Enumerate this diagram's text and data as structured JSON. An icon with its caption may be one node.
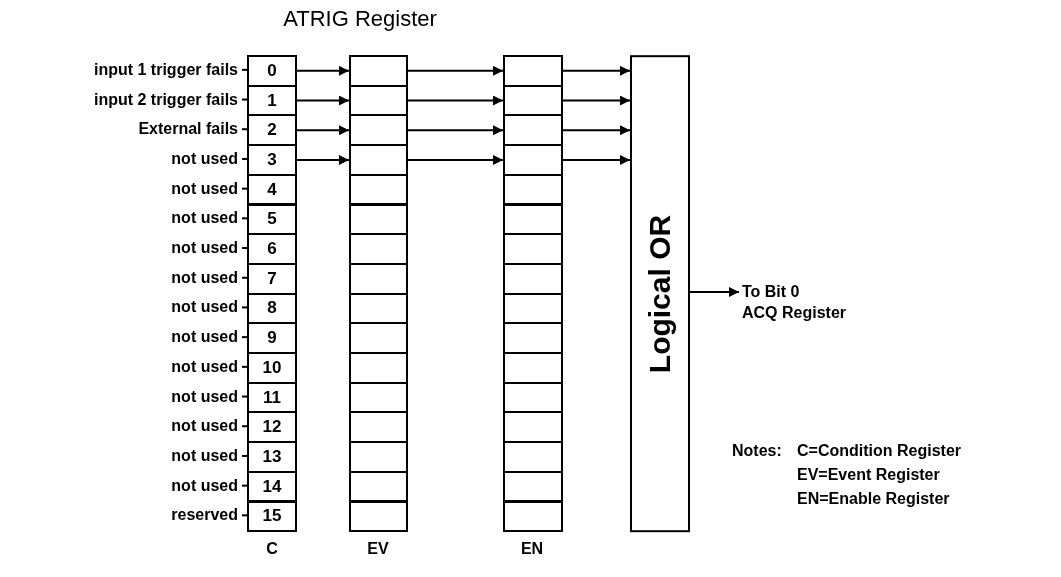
{
  "diagram": {
    "title": "ATRIG Register",
    "nodes": [
      {
        "text": [
          "input 1 trigger fails"
        ]
      },
      {
        "text": [
          "input 2 trigger fails"
        ]
      },
      {
        "text": [
          "External fails"
        ]
      },
      {
        "text": [
          "not used"
        ]
      },
      {
        "text": [
          "not used"
        ]
      },
      {
        "text": [
          "not used"
        ]
      },
      {
        "text": [
          "not used"
        ]
      },
      {
        "text": [
          "not used"
        ]
      },
      {
        "text": [
          "not used"
        ]
      },
      {
        "text": [
          "not used"
        ]
      },
      {
        "text": [
          "not used"
        ]
      },
      {
        "text": [
          "not used"
        ]
      },
      {
        "text": [
          "not used"
        ]
      },
      {
        "text": [
          "not used"
        ]
      },
      {
        "text": [
          "not used"
        ]
      },
      {
        "text": [
          "reserved"
        ]
      },
      {
        "text": [
          "0"
        ]
      },
      {
        "text": [
          "1"
        ]
      },
      {
        "text": [
          "2"
        ]
      },
      {
        "text": [
          "3"
        ]
      },
      {
        "text": [
          "4"
        ]
      },
      {
        "text": [
          "5"
        ]
      },
      {
        "text": [
          "6"
        ]
      },
      {
        "text": [
          "7"
        ]
      },
      {
        "text": [
          "8"
        ]
      },
      {
        "text": [
          "9"
        ]
      },
      {
        "text": [
          "10"
        ]
      },
      {
        "text": [
          "11"
        ]
      },
      {
        "text": [
          "12"
        ]
      },
      {
        "text": [
          "13"
        ]
      },
      {
        "text": [
          "14"
        ]
      },
      {
        "text": [
          "15"
        ]
      },
      {
        "text": [],
        "shape": "box"
      },
      {
        "text": [],
        "shape": "box"
      },
      {
        "text": [],
        "shape": "box"
      },
      {
        "text": [],
        "shape": "box"
      },
      {
        "text": [],
        "shape": "box"
      },
      {
        "text": [],
        "shape": "box"
      },
      {
        "text": [],
        "shape": "box"
      },
      {
        "text": [],
        "shape": "box"
      },
      {
        "text": [],
        "shape": "box"
      },
      {
        "text": [],
        "shape": "box"
      },
      {
        "text": [],
        "shape": "box"
      },
      {
        "text": [],
        "shape": "box"
      },
      {
        "text": [],
        "shape": "box"
      },
      {
        "text": [],
        "shape": "box"
      },
      {
        "text": [],
        "shape": "box"
      },
      {
        "text": [],
        "shape": "box"
      },
      {
        "text": [],
        "shape": "box"
      },
      {
        "text": [],
        "shape": "box"
      },
      {
        "text": [],
        "shape": "box"
      },
      {
        "text": [],
        "shape": "box"
      },
      {
        "text": [],
        "shape": "box"
      },
      {
        "text": [],
        "shape": "box"
      },
      {
        "text": [],
        "shape": "box"
      },
      {
        "text": [],
        "shape": "box"
      },
      {
        "text": [],
        "shape": "box"
      },
      {
        "text": [],
        "shape": "box"
      },
      {
        "text": [],
        "shape": "box"
      },
      {
        "text": [],
        "shape": "box"
      },
      {
        "text": [],
        "shape": "box"
      },
      {
        "text": [],
        "shape": "box"
      },
      {
        "text": [],
        "shape": "box"
      },
      {
        "text": [],
        "shape": "box"
      },
      {
        "text": [
          "Logical OR"
        ]
      },
      {
        "text": [
          "To Bit 0 ACQ Register"
        ]
      }
    ],
    "edges": [
      {
        "from": 0,
        "to": 16,
        "arrow": "none"
      },
      {
        "from": 1,
        "to": 17,
        "arrow": "none"
      },
      {
        "from": 2,
        "to": 18,
        "arrow": "none"
      },
      {
        "from": 3,
        "to": 19,
        "arrow": "none"
      },
      {
        "from": 4,
        "to": 20,
        "arrow": "none"
      },
      {
        "from": 5,
        "to": 21,
        "arrow": "none"
      },
      {
        "from": 6,
        "to": 22,
        "arrow": "none"
      },
      {
        "from": 7,
        "to": 23,
        "arrow": "none"
      },
      {
        "from": 8,
        "to": 24,
        "arrow": "none"
      },
      {
        "from": 9,
        "to": 25,
        "arrow": "none"
      },
      {
        "from": 10,
        "to": 26,
        "arrow": "none"
      },
      {
        "from": 11,
        "to": 27,
        "arrow": "none"
      },
      {
        "from": 12,
        "to": 28,
        "arrow": "none"
      },
      {
        "from": 13,
        "to": 29,
        "arrow": "none"
      },
      {
        "from": 14,
        "to": 30,
        "arrow": "none"
      },
      {
        "from": 15,
        "to": 31,
        "arrow": "none"
      },
      {
        "from": 16,
        "to": 32,
        "arrow": "to"
      },
      {
        "from": 17,
        "to": 33,
        "arrow": "to"
      },
      {
        "from": 18,
        "to": 34,
        "arrow": "to"
      },
      {
        "from": 19,
        "to": 35,
        "arrow": "to"
      },
      {
        "from": 32,
        "to": 48,
        "arrow": "to"
      },
      {
        "from": 33,
        "to": 49,
        "arrow": "to"
      },
      {
        "from": 34,
        "to": 50,
        "arrow": "to"
      },
      {
        "from": 35,
        "to": 51,
        "arrow": "to"
      },
      {
        "from": 48,
        "to": 64,
        "arrow": "to"
      },
      {
        "from": 49,
        "to": 64,
        "arrow": "to"
      },
      {
        "from": 50,
        "to": 64,
        "arrow": "to"
      },
      {
        "from": 51,
        "to": 64,
        "arrow": "to"
      },
      {
        "from": 64,
        "to": 65,
        "arrow": "to"
      }
    ],
    "labels": [
      "C",
      "EV",
      "EN",
      "Notes:",
      "C=Condition Register",
      "EV=Event Register",
      "EN=Enable Register"
    ]
  }
}
